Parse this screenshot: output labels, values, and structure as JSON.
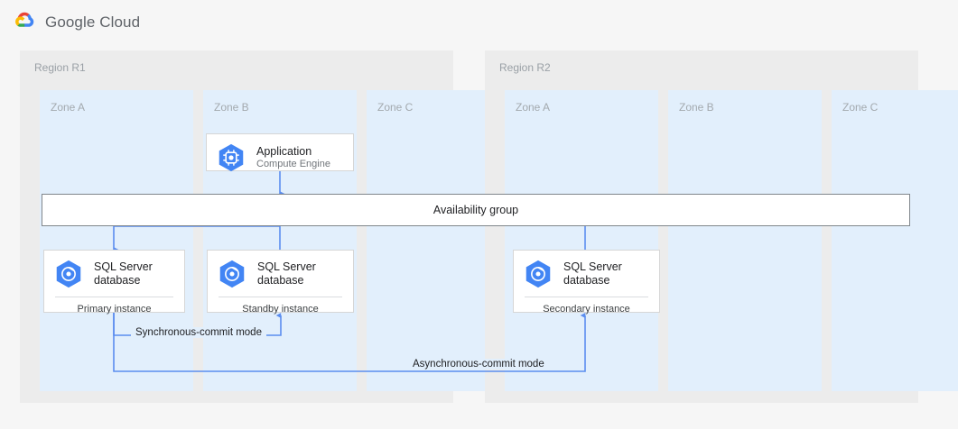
{
  "brand": {
    "logo_icon": "google-cloud-logo-icon",
    "name_primary": "Google",
    "name_secondary": "Cloud"
  },
  "regions": [
    {
      "label": "Region R1",
      "zones": [
        {
          "label": "Zone A"
        },
        {
          "label": "Zone B"
        },
        {
          "label": "Zone C"
        }
      ]
    },
    {
      "label": "Region R2",
      "zones": [
        {
          "label": "Zone A"
        },
        {
          "label": "Zone B"
        },
        {
          "label": "Zone C"
        }
      ]
    }
  ],
  "cards": {
    "application": {
      "icon": "compute-engine-icon",
      "title": "Application",
      "subtitle": "Compute Engine"
    },
    "primary_db": {
      "icon": "sql-server-database-icon",
      "title": "SQL Server\ndatabase",
      "footer": "Primary instance"
    },
    "standby_db": {
      "icon": "sql-server-database-icon",
      "title": "SQL Server\ndatabase",
      "footer": "Standby instance"
    },
    "secondary_db": {
      "icon": "sql-server-database-icon",
      "title": "SQL Server\ndatabase",
      "footer": "Secondary instance"
    }
  },
  "availability_group": {
    "label": "Availability group"
  },
  "edges": [
    {
      "label": "Synchronous-commit mode"
    },
    {
      "label": "Asynchronous-commit mode"
    }
  ],
  "colors": {
    "page_background": "#f6f6f6",
    "region_background": "#ececec",
    "zone_background": "#e2effc",
    "card_background": "#ffffff",
    "card_border": "#d6d6d6",
    "availability_group_border": "#80868b",
    "connector_blue": "#5b8def",
    "icon_blue": "#4285f4",
    "logo_red": "#ea4335",
    "logo_yellow": "#fbbc05",
    "logo_green": "#34a853",
    "logo_blue": "#4285f4"
  }
}
